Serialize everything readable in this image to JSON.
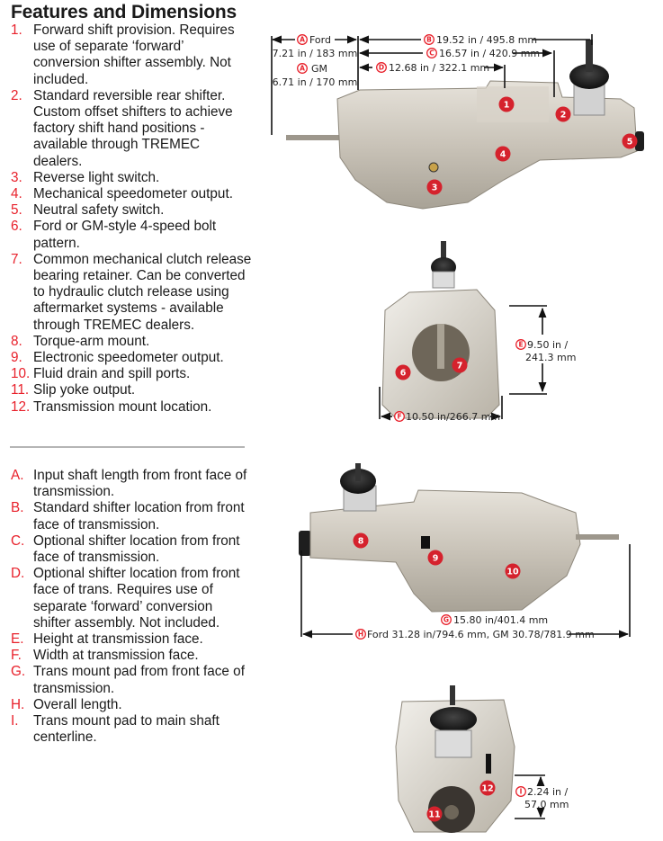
{
  "title": "Features and Dimensions",
  "features": [
    {
      "marker": "1.",
      "text": "Forward shift provision. Requires use of separate ‘forward’ conversion shifter assembly. Not included."
    },
    {
      "marker": "2.",
      "text": "Standard reversible rear shifter. Custom offset shifters to achieve factory shift hand positions - available through TREMEC dealers."
    },
    {
      "marker": "3.",
      "text": "Reverse light switch."
    },
    {
      "marker": "4.",
      "text": "Mechanical speedometer output."
    },
    {
      "marker": "5.",
      "text": "Neutral safety switch."
    },
    {
      "marker": "6.",
      "text": "Ford or GM-style 4-speed bolt pattern."
    },
    {
      "marker": "7.",
      "text": "Common mechanical clutch release bearing retainer. Can be converted to hydraulic clutch release using aftermarket systems - available through TREMEC dealers."
    },
    {
      "marker": "8.",
      "text": "Torque-arm mount."
    },
    {
      "marker": "9.",
      "text": "Electronic speedometer output."
    },
    {
      "marker": "10.",
      "text": "Fluid drain and spill ports."
    },
    {
      "marker": "11.",
      "text": "Slip yoke output."
    },
    {
      "marker": "12.",
      "text": "Transmission mount location."
    }
  ],
  "dimension_definitions": [
    {
      "marker": "A.",
      "text": "Input shaft length from front face of transmission."
    },
    {
      "marker": "B.",
      "text": "Standard shifter location from front face of transmission."
    },
    {
      "marker": "C.",
      "text": "Optional shifter location from front face of transmission."
    },
    {
      "marker": "D.",
      "text": "Optional shifter location from front face of trans. Requires use of separate ‘forward’ conversion shifter assembly. Not included."
    },
    {
      "marker": "E.",
      "text": "Height at transmission face."
    },
    {
      "marker": "F.",
      "text": "Width at transmission face."
    },
    {
      "marker": "G.",
      "text": "Trans mount pad from front face of transmission."
    },
    {
      "marker": "H.",
      "text": "Overall length."
    },
    {
      "marker": "I.",
      "text": "Trans mount pad to main shaft centerline."
    }
  ],
  "dimensions": {
    "A_ford": {
      "letter": "A",
      "label": "Ford",
      "value": "7.21 in / 183 mm"
    },
    "A_gm": {
      "letter": "A",
      "label": "GM",
      "value": "6.71 in / 170 mm"
    },
    "B": {
      "letter": "B",
      "value": "19.52 in / 495.8 mm"
    },
    "C": {
      "letter": "C",
      "value": "16.57 in / 420.9 mm"
    },
    "D": {
      "letter": "D",
      "value": "12.68 in / 322.1 mm"
    },
    "E": {
      "letter": "E",
      "value_line1": "9.50 in /",
      "value_line2": "241.3 mm"
    },
    "F": {
      "letter": "F",
      "value": "10.50 in/266.7 mm"
    },
    "G": {
      "letter": "G",
      "value": "15.80 in/401.4 mm"
    },
    "H": {
      "letter": "H",
      "value": "Ford 31.28 in/794.6 mm, GM 30.78/781.9 mm"
    },
    "I": {
      "letter": "I",
      "value_line1": "2.24 in /",
      "value_line2": "57.0 mm"
    }
  },
  "badges": [
    "1",
    "2",
    "3",
    "4",
    "5",
    "6",
    "7",
    "8",
    "9",
    "10",
    "11",
    "12"
  ],
  "colors": {
    "accent_red": "#e8212b",
    "badge_red": "#d5222d",
    "divider": "#b5b5b5"
  }
}
